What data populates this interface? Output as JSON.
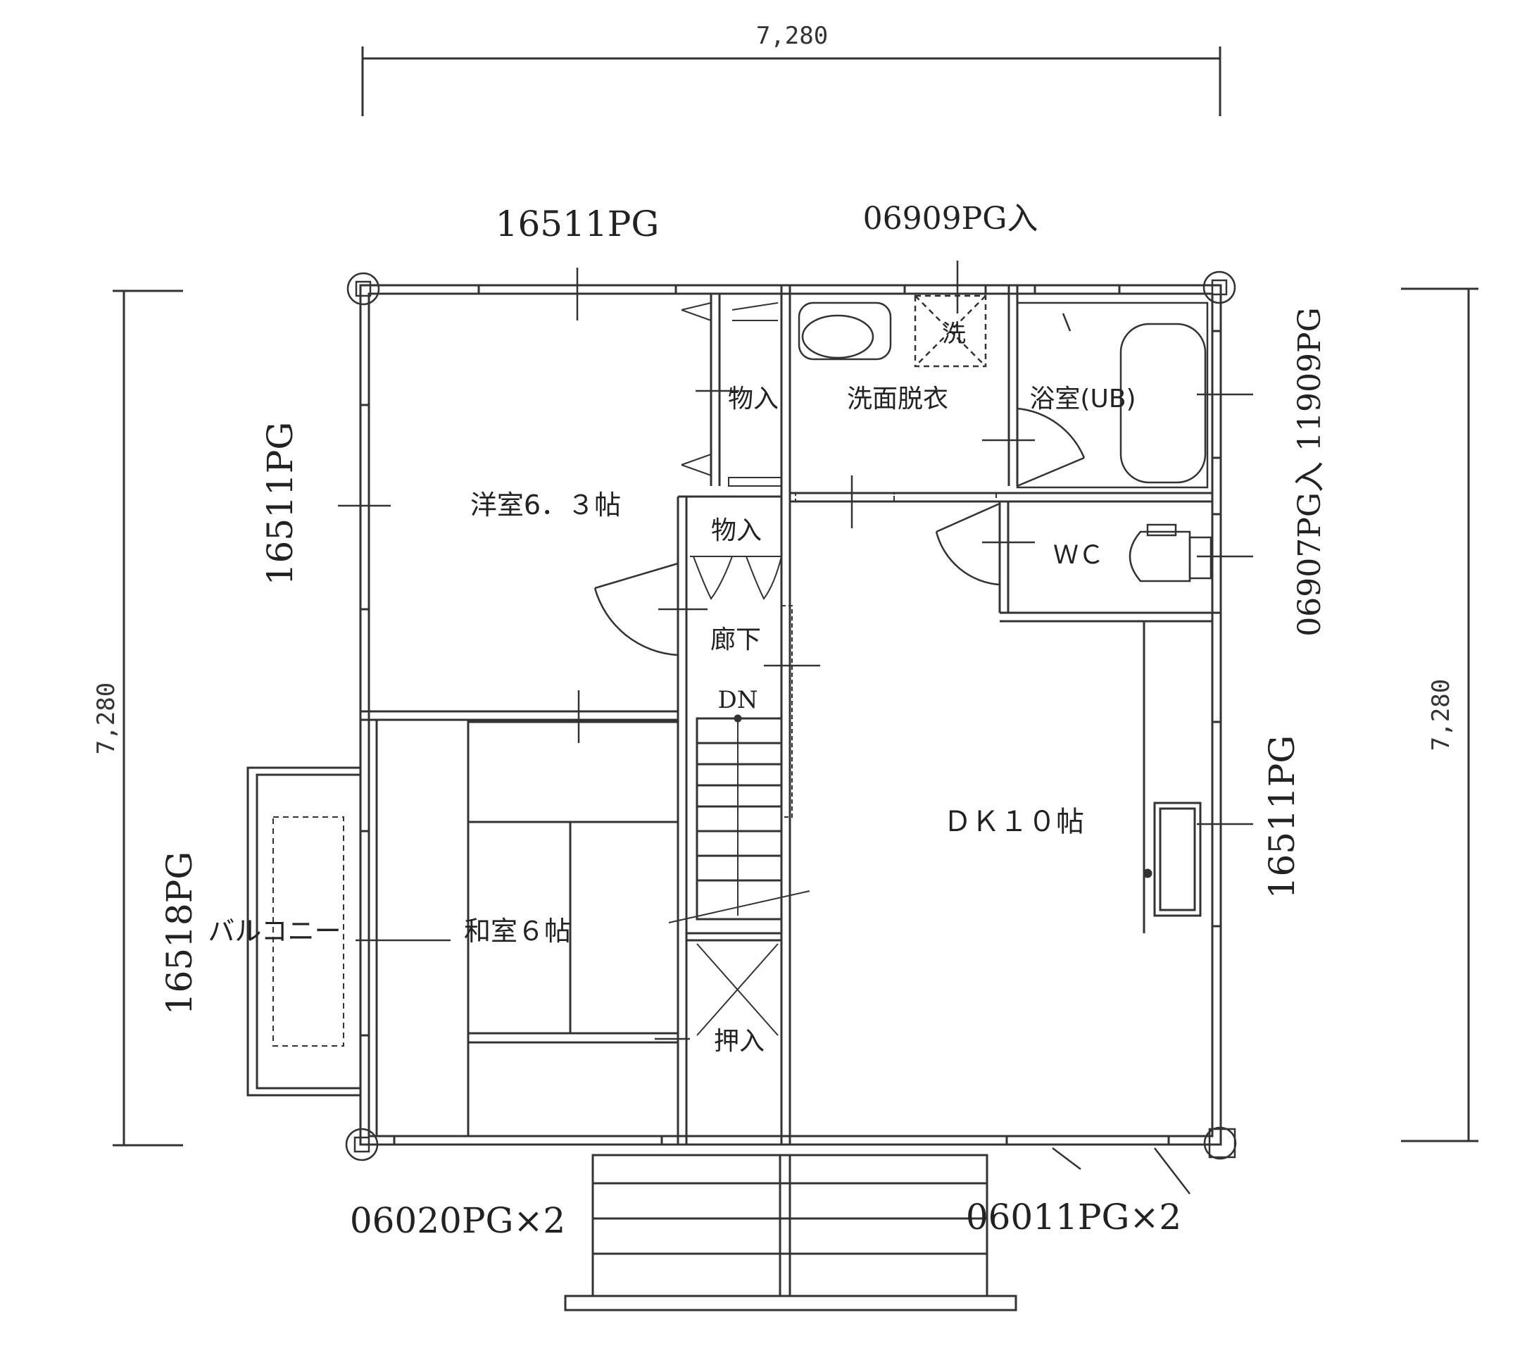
{
  "dimensions": {
    "top": "7,280",
    "left": "7,280",
    "right": "7,280"
  },
  "windows": {
    "top_left": "16511PG",
    "top_center": "06909PG入",
    "right_upper": "06907PG入 11909PG",
    "left_upper": "16511PG",
    "left_lower": "16518PG",
    "right_lower": "16511PG",
    "bottom_left": "06020PG×2",
    "bottom_right": "06011PG×2"
  },
  "rooms": {
    "western_room": "洋室6．３帖",
    "closet_top": "物入",
    "washroom": "洗面脱衣",
    "washer": "洗",
    "bath": "浴室(UB)",
    "closet_mid": "物入",
    "wc": "ＷＣ",
    "hallway": "廊下",
    "stairs_dn": "DN",
    "dk": "ＤＫ１０帖",
    "japanese_room": "和室６帖",
    "balcony": "バルコニー",
    "oshiire": "押入"
  }
}
